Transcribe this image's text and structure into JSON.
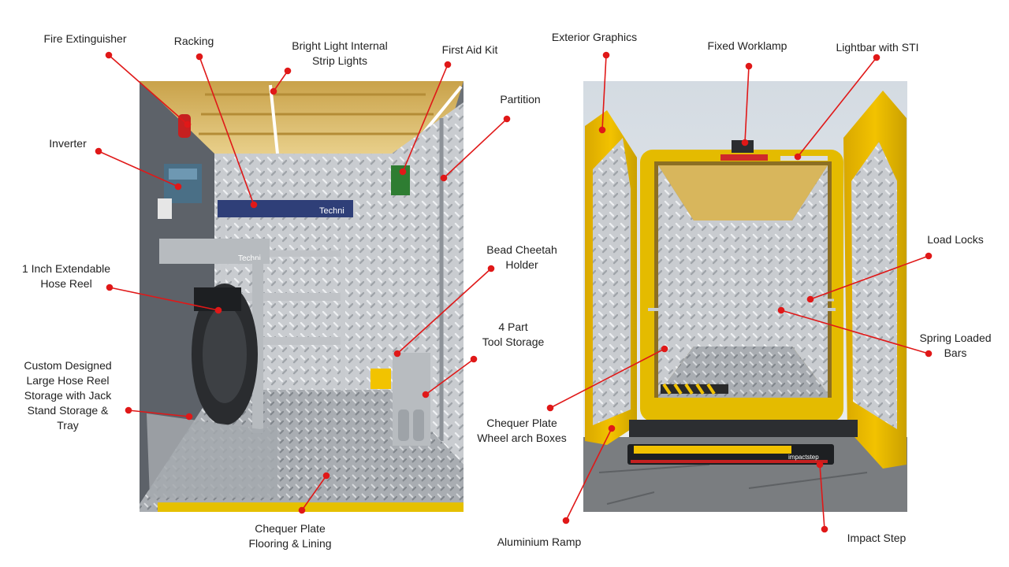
{
  "colors": {
    "callout": "#e01818",
    "text": "#222222",
    "photo_background": "#ffffff"
  },
  "labels": [
    {
      "id": "fire-extinguisher",
      "lines": [
        "Fire Extinguisher"
      ]
    },
    {
      "id": "racking",
      "lines": [
        "Racking"
      ]
    },
    {
      "id": "strip-lights",
      "lines": [
        "Bright Light Internal",
        "Strip Lights"
      ]
    },
    {
      "id": "first-aid-kit",
      "lines": [
        "First Aid Kit"
      ]
    },
    {
      "id": "partition",
      "lines": [
        "Partition"
      ]
    },
    {
      "id": "inverter",
      "lines": [
        "Inverter"
      ]
    },
    {
      "id": "hose-reel",
      "lines": [
        "1 Inch Extendable",
        "Hose Reel"
      ]
    },
    {
      "id": "bead-cheetah",
      "lines": [
        "Bead Cheetah",
        "Holder"
      ]
    },
    {
      "id": "tool-storage",
      "lines": [
        "4 Part",
        "Tool Storage"
      ]
    },
    {
      "id": "custom-storage",
      "lines": [
        "Custom Designed",
        "Large Hose Reel",
        "Storage with Jack",
        "Stand Storage &",
        "Tray"
      ]
    },
    {
      "id": "chequer-flooring",
      "lines": [
        "Chequer Plate",
        "Flooring & Lining"
      ]
    },
    {
      "id": "exterior-graphics",
      "lines": [
        "Exterior Graphics"
      ]
    },
    {
      "id": "fixed-worklamp",
      "lines": [
        "Fixed Worklamp"
      ]
    },
    {
      "id": "lightbar",
      "lines": [
        "Lightbar with STI"
      ]
    },
    {
      "id": "load-locks",
      "lines": [
        "Load Locks"
      ]
    },
    {
      "id": "spring-bars",
      "lines": [
        "Spring Loaded",
        "Bars"
      ]
    },
    {
      "id": "wheel-arch",
      "lines": [
        "Chequer Plate",
        "Wheel arch Boxes"
      ]
    },
    {
      "id": "aluminium-ramp",
      "lines": [
        "Aluminium Ramp"
      ]
    },
    {
      "id": "impact-step",
      "lines": [
        "Impact Step"
      ]
    }
  ],
  "photo_text": {
    "rack_brand": "Techni",
    "step_brand": "impactstep"
  }
}
